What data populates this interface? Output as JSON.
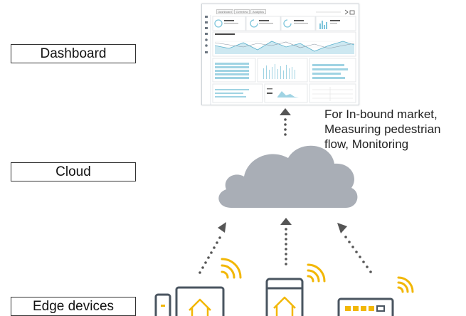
{
  "labels": {
    "dashboard": "Dashboard",
    "cloud": "Cloud",
    "edge_devices": "Edge devices"
  },
  "caption": {
    "lines": [
      "For In-bound market,",
      "Measuring pedestrian",
      "flow, Monitoring"
    ]
  },
  "dashboard_mock": {
    "tabs": [
      "Dashboard",
      "Overview",
      "Analytics"
    ]
  },
  "colors": {
    "arrow": "#555555",
    "cloud": "#a9aeb6",
    "device_accent": "#f2b705",
    "device_outline": "#4a5560",
    "chart_accent": "#7fc6dc"
  },
  "icons": [
    "cloud-icon",
    "wifi-signal-icon",
    "home-icon",
    "phone-icon",
    "router-icon"
  ]
}
